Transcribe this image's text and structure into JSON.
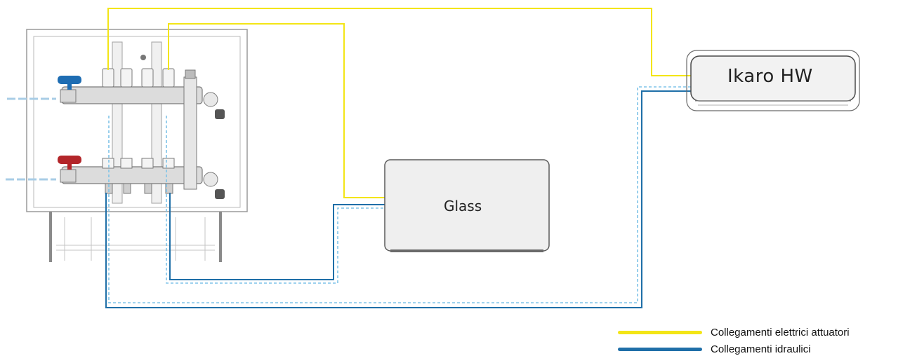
{
  "units": {
    "ikaro": {
      "label": "Ikaro HW"
    },
    "glass": {
      "label": "Glass"
    }
  },
  "legend": [
    {
      "label": "Collegamenti elettrici attuatori",
      "color": "#f3e516"
    },
    {
      "label": "Collegamenti idraulici",
      "color": "#1f6fa8"
    }
  ],
  "colors": {
    "electric": "#f3e516",
    "hydraulic": "#1f6fa8",
    "hydraulic_return": "#7ec3e8",
    "valve_cold": "#1e6db3",
    "valve_hot": "#b3262a",
    "frame": "#9a9a9a"
  }
}
